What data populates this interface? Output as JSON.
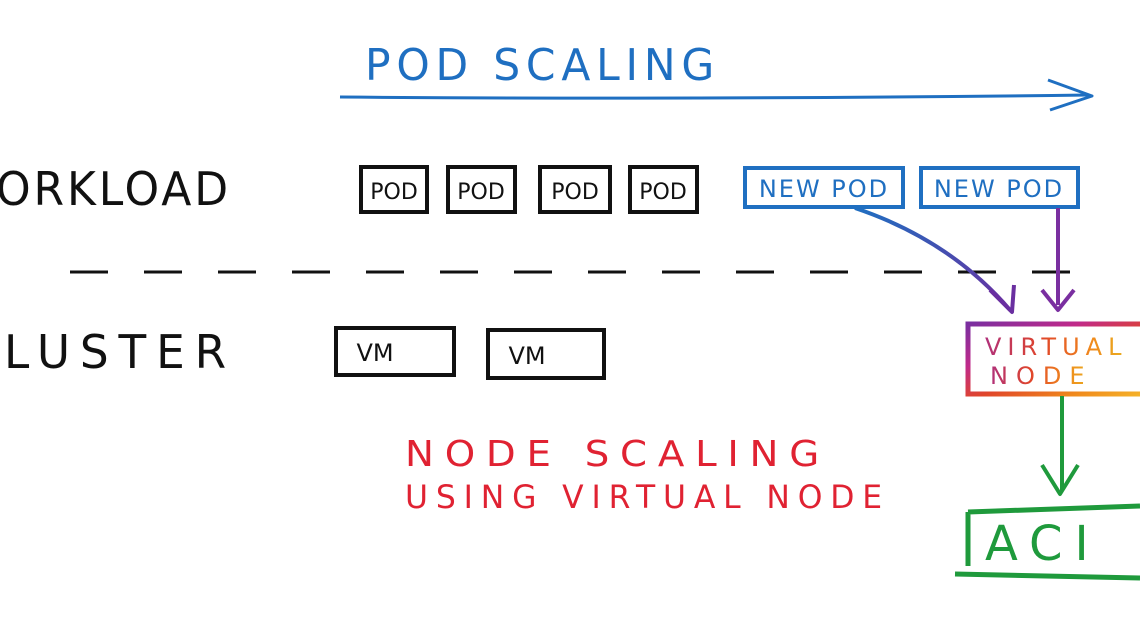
{
  "diagram": {
    "top_arrow_label": "POD SCALING",
    "workload_label": "ORKLOAD",
    "cluster_label": "LUSTER",
    "pods": [
      "POD",
      "POD",
      "POD",
      "POD"
    ],
    "new_pods": [
      "NEW POD",
      "NEW POD"
    ],
    "vms": [
      "VM",
      "VM"
    ],
    "virtual_node_line1": "VIRTUAL",
    "virtual_node_line2": "NODE",
    "aci_label": "ACI",
    "node_scaling_line1": "NODE SCALING",
    "node_scaling_line2": "USING VIRTUAL NODE"
  },
  "colors": {
    "ink": "#111111",
    "blue": "#1f6fc1",
    "red": "#e02232",
    "green": "#1f9a3c",
    "purple": "#7a2fa0"
  }
}
